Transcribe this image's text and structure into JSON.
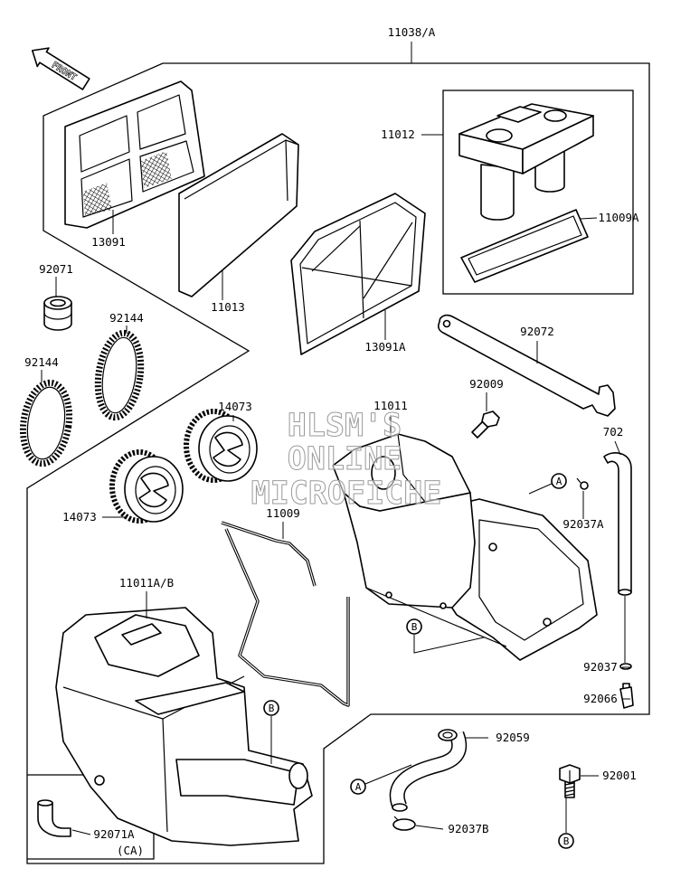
{
  "front_arrow": "FRONT",
  "watermark": [
    "HLSM'S",
    "ONLINE",
    "MICROFICHE"
  ],
  "part_numbers": [
    "11038/A",
    "11012",
    "11009A",
    "13091",
    "92071",
    "11013",
    "13091A",
    "92144",
    "92144",
    "92072",
    "14073",
    "92009",
    "11011",
    "702",
    "14073",
    "11009",
    "92037A",
    "11011A/B",
    "92037",
    "92066",
    "92059",
    "92001",
    "92037B",
    "92071A",
    "(CA)"
  ],
  "reference_marks": [
    "A",
    "B",
    "B",
    "A",
    "B"
  ]
}
